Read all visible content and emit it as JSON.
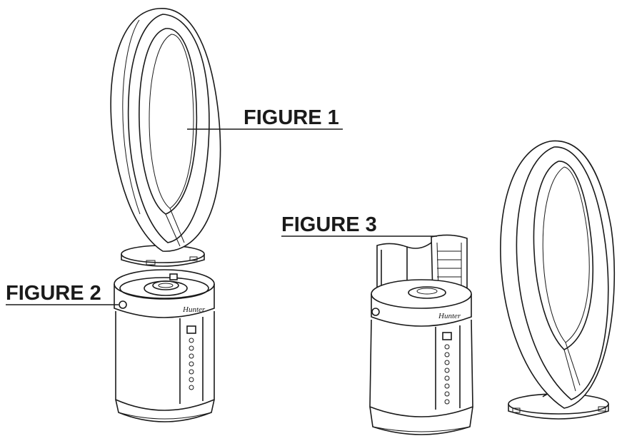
{
  "labels": {
    "figure1": "FIGURE 1",
    "figure2": "FIGURE 2",
    "figure3": "FIGURE 3"
  },
  "brand_mark": "Hunter",
  "colors": {
    "line": "#1a1a1a",
    "background": "#ffffff"
  }
}
